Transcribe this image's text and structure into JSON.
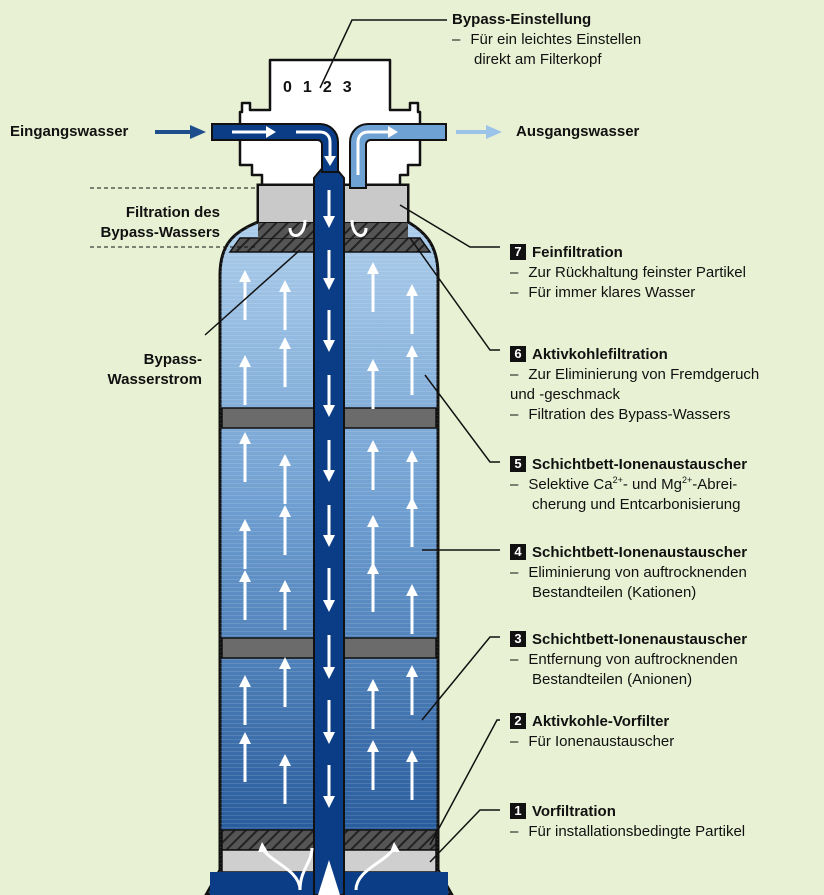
{
  "bypass_setting": {
    "title": "Bypass-Einstellung",
    "desc_line1": "Für ein leichtes Einstellen",
    "desc_line2": "direkt am Filterkopf",
    "dial_values": [
      "0",
      "1",
      "2",
      "3"
    ]
  },
  "left_labels": {
    "input": "Eingangswasser",
    "bypass_filtration_1": "Filtration des",
    "bypass_filtration_2": "Bypass-Wassers",
    "bypass_flow_1": "Bypass-",
    "bypass_flow_2": "Wasserstrom"
  },
  "output_label": "Ausgangswasser",
  "stages": [
    {
      "num": "7",
      "title": "Feinfiltration",
      "lines": [
        "Zur Rückhaltung feinster Partikel",
        "Für immer klares Wasser"
      ]
    },
    {
      "num": "6",
      "title": "Aktivkohlefiltration",
      "lines": [
        "Zur Eliminierung von Fremdgeruch",
        "und -geschmack",
        "Filtration des Bypass-Wassers"
      ]
    },
    {
      "num": "5",
      "title": "Schichtbett-Ionenaustauscher",
      "line1_a": "Selektive Ca",
      "line1_sup_a": "2+",
      "line1_b": "- und Mg",
      "line1_sup_b": "2+",
      "line1_c": "-Abrei-",
      "line2": "cherung und Entcarbonisierung"
    },
    {
      "num": "4",
      "title": "Schichtbett-Ionenaustauscher",
      "lines": [
        "Eliminierung von auftrocknenden",
        "Bestandteilen (Kationen)"
      ]
    },
    {
      "num": "3",
      "title": "Schichtbett-Ionenaustauscher",
      "lines": [
        "Entfernung von auftrocknenden",
        "Bestandteilen (Anionen)"
      ]
    },
    {
      "num": "2",
      "title": "Aktivkohle-Vorfilter",
      "lines": [
        "Für Ionenaustauscher"
      ]
    },
    {
      "num": "1",
      "title": "Vorfiltration",
      "lines": [
        "Für installationsbedingte Partikel"
      ]
    }
  ],
  "dash": "–",
  "colors": {
    "background": "#e9f1d4",
    "pipe_dark": "#0b3d86",
    "water_light": "#a9cbe8",
    "water_dark": "#1f5596",
    "filter_grey": "#c8c8c8",
    "band_grey": "#6b6b6b",
    "arrow_input": "#1f4e8c",
    "arrow_output": "#9cc4e8"
  }
}
